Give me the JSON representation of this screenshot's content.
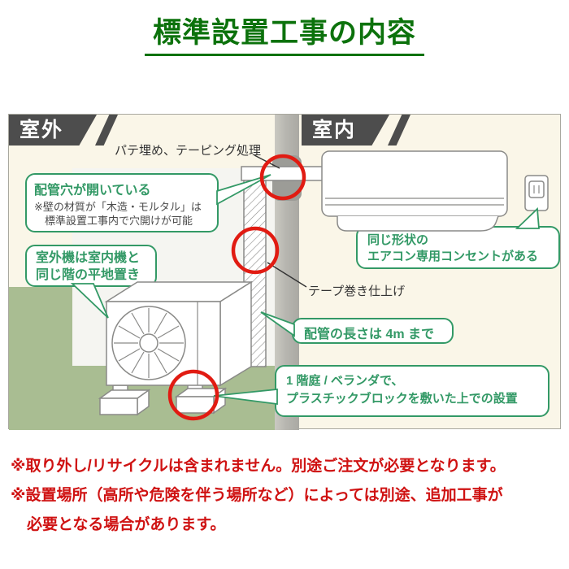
{
  "title": "標準設置工事の内容",
  "diagram": {
    "outdoor_label": "室外",
    "indoor_label": "室内",
    "labels": {
      "putty": "パテ埋め、テーピング処理",
      "tape_finish": "テープ巻き仕上げ"
    },
    "callouts": {
      "pipe_hole": {
        "title": "配管穴が開いている",
        "note_line1": "※壁の材質が「木造・モルタル」は",
        "note_line2": "標準設置工事内で穴開けが可能"
      },
      "outdoor_unit_placement": {
        "line1": "室外機は室内機と",
        "line2": "同じ階の平地置き"
      },
      "outlet": {
        "line1": "同じ形状の",
        "line2": "エアコン専用コンセントがある"
      },
      "pipe_length": {
        "text": "配管の長さは 4m まで"
      },
      "block_setting": {
        "line1": "1 階庭 / ベランダで、",
        "line2": "プラスチックブロックを敷いた上での設置"
      }
    }
  },
  "footnotes": {
    "line1": "※取り外し/リサイクルは含まれません。別途ご注文が必要となります。",
    "line2": "※設置場所（高所や危険を伴う場所など）によっては別途、追加工事が",
    "line3": "必要となる場合があります。"
  },
  "colors": {
    "title_green": "#0c720c",
    "callout_green": "#339966",
    "note_red": "#cf1212",
    "ground_green": "#a9bd92",
    "banner_gray": "#4d4d4d",
    "circle_red": "#e11b12",
    "diagram_bg": "#faf6e8",
    "wall_gray": "#aaa9a3"
  }
}
